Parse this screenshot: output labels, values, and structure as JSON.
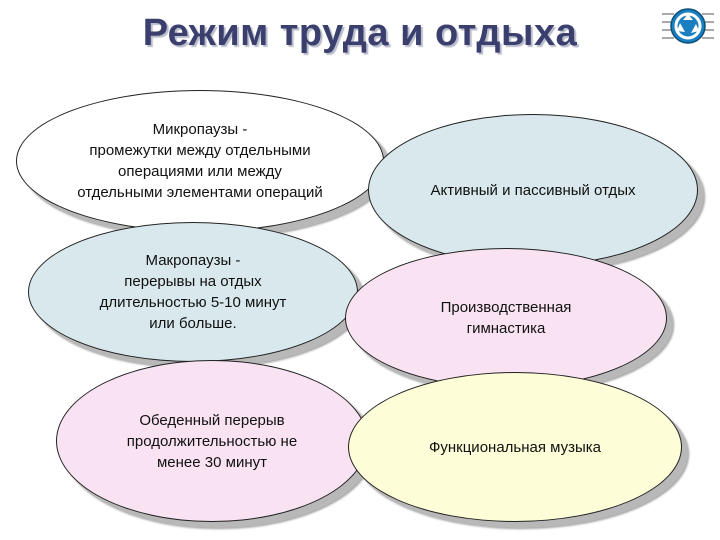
{
  "title": "Режим труда и отдыха",
  "logo_icon": "recycle-logo-icon",
  "left_items": [
    {
      "lines": [
        "Микропаузы -",
        "промежутки между отдельными",
        "операциями или между",
        "отдельными элементами операций"
      ],
      "color": "#ffffff"
    },
    {
      "lines": [
        "Макропаузы -",
        "перерывы на отдых",
        "длительностью 5-10 минут",
        "или больше."
      ],
      "color": "#d8e8ec"
    },
    {
      "lines": [
        "Обеденный перерыв",
        "продолжительностью не",
        "менее 30 минут"
      ],
      "color": "#f9e3f3"
    }
  ],
  "right_items": [
    {
      "lines": [
        "Активный и пассивный отдых"
      ],
      "color": "#d8e8ec"
    },
    {
      "lines": [
        "Производственная",
        "гимнастика"
      ],
      "color": "#f9e3f3"
    },
    {
      "lines": [
        "Функциональная музыка"
      ],
      "color": "#fdfdd8"
    }
  ]
}
